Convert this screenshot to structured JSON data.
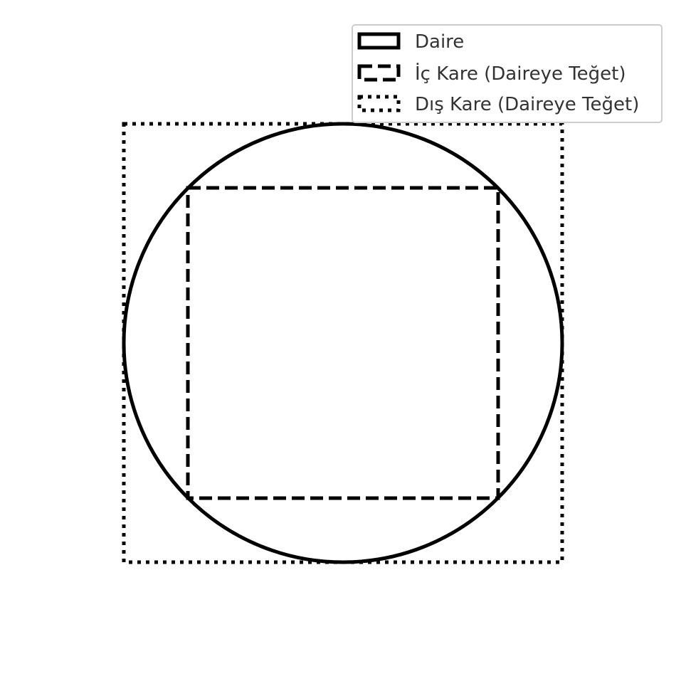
{
  "legend": {
    "items": [
      {
        "label": "Daire",
        "style": "solid"
      },
      {
        "label": "İç Kare (Daireye Teğet)",
        "style": "dashed"
      },
      {
        "label": "Dış Kare (Daireye Teğet)",
        "style": "dotted"
      }
    ]
  },
  "colors": {
    "stroke": "#000000",
    "legend_text": "#333333",
    "legend_border": "#cccccc",
    "background": "#ffffff"
  }
}
